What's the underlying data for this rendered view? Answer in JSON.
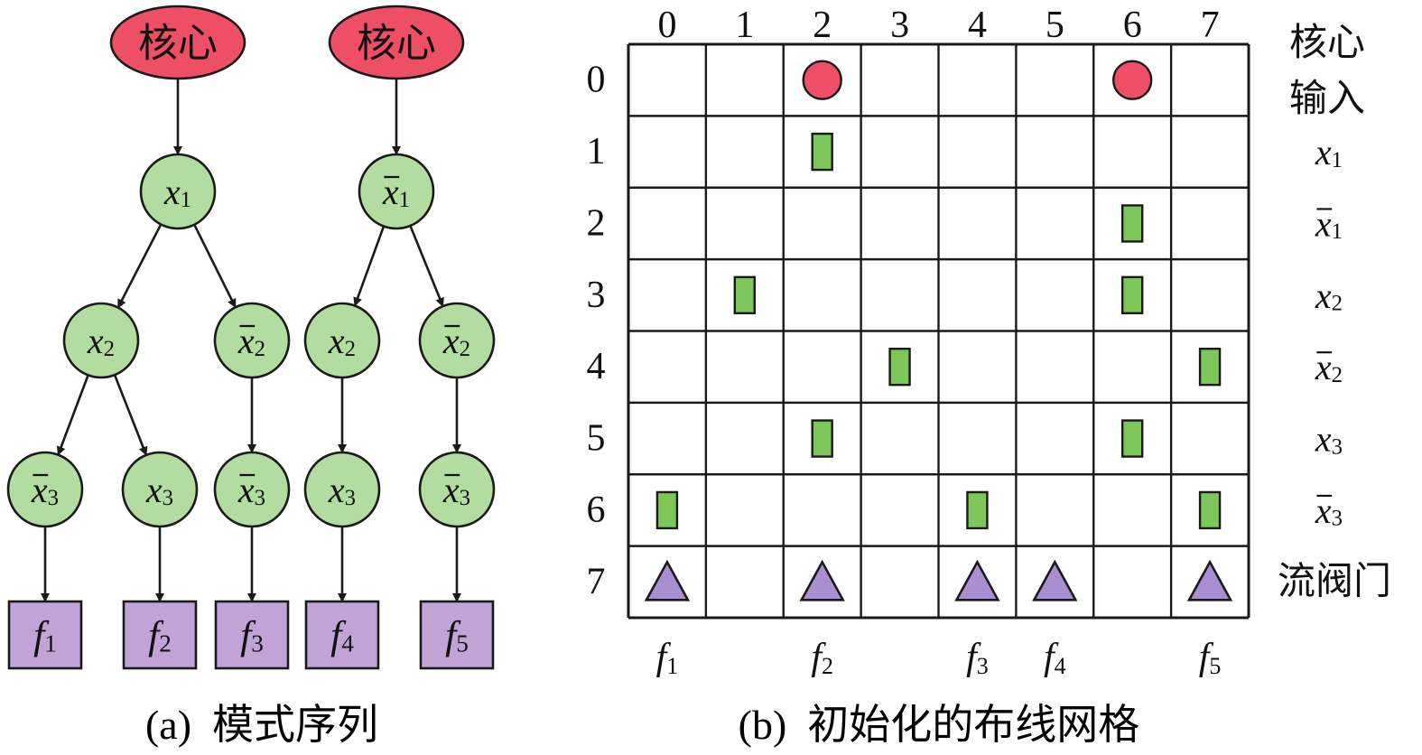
{
  "colors": {
    "core_fill": "#ef4f66",
    "node_fill": "#b3dca0",
    "leaf_fill": "#c0a4d8",
    "gate_fill": "#a98ed2",
    "cell_fill": "#7cc65a",
    "stroke": "#1a1a1a"
  },
  "tree": {
    "core_label": "核心",
    "caption": "(a)  模式序列",
    "trees": [
      {
        "core": "核心",
        "root": {
          "var": "x",
          "sub": "1",
          "neg": false
        },
        "branches": [
          {
            "l2": {
              "var": "x",
              "sub": "2",
              "neg": false
            },
            "l3": [
              {
                "node": {
                  "var": "x",
                  "sub": "3",
                  "neg": true
                },
                "leaf": {
                  "var": "f",
                  "sub": "1"
                }
              },
              {
                "node": {
                  "var": "x",
                  "sub": "3",
                  "neg": false
                },
                "leaf": {
                  "var": "f",
                  "sub": "2"
                }
              }
            ]
          },
          {
            "l2": {
              "var": "x",
              "sub": "2",
              "neg": true
            },
            "l3": [
              {
                "node": {
                  "var": "x",
                  "sub": "3",
                  "neg": true
                },
                "leaf": {
                  "var": "f",
                  "sub": "3"
                }
              }
            ]
          }
        ]
      },
      {
        "core": "核心",
        "root": {
          "var": "x",
          "sub": "1",
          "neg": true
        },
        "branches": [
          {
            "l2": {
              "var": "x",
              "sub": "2",
              "neg": false
            },
            "l3": [
              {
                "node": {
                  "var": "x",
                  "sub": "3",
                  "neg": false
                },
                "leaf": {
                  "var": "f",
                  "sub": "4"
                }
              }
            ]
          },
          {
            "l2": {
              "var": "x",
              "sub": "2",
              "neg": true
            },
            "l3": [
              {
                "node": {
                  "var": "x",
                  "sub": "3",
                  "neg": true
                },
                "leaf": {
                  "var": "f",
                  "sub": "5"
                }
              }
            ]
          }
        ]
      }
    ]
  },
  "grid": {
    "caption": "(b)  初始化的布线网格",
    "col_labels": [
      "0",
      "1",
      "2",
      "3",
      "4",
      "5",
      "6",
      "7"
    ],
    "row_labels": [
      "0",
      "1",
      "2",
      "3",
      "4",
      "5",
      "6",
      "7"
    ],
    "right_labels": [
      {
        "text": "核心",
        "text2": "输入"
      },
      {
        "var": "x",
        "sub": "1",
        "neg": false
      },
      {
        "var": "x",
        "sub": "1",
        "neg": true
      },
      {
        "var": "x",
        "sub": "2",
        "neg": false
      },
      {
        "var": "x",
        "sub": "2",
        "neg": true
      },
      {
        "var": "x",
        "sub": "3",
        "neg": false
      },
      {
        "var": "x",
        "sub": "3",
        "neg": true
      },
      {
        "text": "流阀门"
      }
    ],
    "cells": [
      {
        "row": 0,
        "col": 2,
        "kind": "core"
      },
      {
        "row": 0,
        "col": 6,
        "kind": "core"
      },
      {
        "row": 1,
        "col": 2,
        "kind": "cell"
      },
      {
        "row": 2,
        "col": 6,
        "kind": "cell"
      },
      {
        "row": 3,
        "col": 1,
        "kind": "cell"
      },
      {
        "row": 3,
        "col": 6,
        "kind": "cell"
      },
      {
        "row": 4,
        "col": 3,
        "kind": "cell"
      },
      {
        "row": 4,
        "col": 7,
        "kind": "cell"
      },
      {
        "row": 5,
        "col": 2,
        "kind": "cell"
      },
      {
        "row": 5,
        "col": 6,
        "kind": "cell"
      },
      {
        "row": 6,
        "col": 0,
        "kind": "cell"
      },
      {
        "row": 6,
        "col": 4,
        "kind": "cell"
      },
      {
        "row": 6,
        "col": 7,
        "kind": "cell"
      },
      {
        "row": 7,
        "col": 0,
        "kind": "gate"
      },
      {
        "row": 7,
        "col": 2,
        "kind": "gate"
      },
      {
        "row": 7,
        "col": 4,
        "kind": "gate"
      },
      {
        "row": 7,
        "col": 5,
        "kind": "gate"
      },
      {
        "row": 7,
        "col": 7,
        "kind": "gate"
      }
    ],
    "bottom_labels": [
      {
        "col": 0,
        "var": "f",
        "sub": "1"
      },
      {
        "col": 2,
        "var": "f",
        "sub": "2"
      },
      {
        "col": 4,
        "var": "f",
        "sub": "3"
      },
      {
        "col": 5,
        "var": "f",
        "sub": "4"
      },
      {
        "col": 7,
        "var": "f",
        "sub": "5"
      }
    ]
  }
}
